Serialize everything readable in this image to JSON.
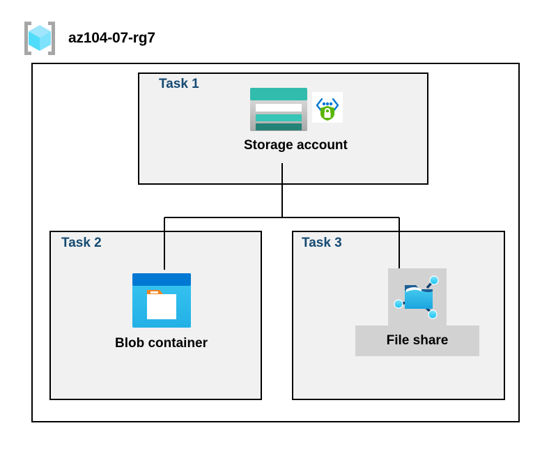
{
  "diagram": {
    "title": "az104-07-rg7",
    "resource_group_icon": "resource-group-cube-icon",
    "colors": {
      "task_label": "#154a72",
      "box_border": "#000000",
      "box_fill": "#f1f1f1",
      "canvas": "#ffffff",
      "storage_teal": "#32bcad",
      "storage_teal_dark": "#258277",
      "blob_blue": "#0078d4",
      "blob_cyan": "#32c3f2",
      "blob_orange": "#f58220",
      "fileshare_blue": "#32bbed",
      "fileshare_gray_bg": "#d2d2d2",
      "encrypt_green": "#5ab600",
      "encrypt_blue": "#0078d4"
    }
  },
  "tasks": [
    {
      "id": "task1",
      "label": "Task 1",
      "node_label": "Storage account",
      "icons": [
        "storage-account-icon",
        "encryption-shield-icon"
      ]
    },
    {
      "id": "task2",
      "label": "Task 2",
      "node_label": "Blob container",
      "icons": [
        "blob-container-icon"
      ]
    },
    {
      "id": "task3",
      "label": "Task 3",
      "node_label": "File share",
      "icons": [
        "file-share-icon"
      ]
    }
  ],
  "connections": [
    {
      "from": "Storage account",
      "to": "Blob container"
    },
    {
      "from": "Storage account",
      "to": "File share"
    }
  ]
}
